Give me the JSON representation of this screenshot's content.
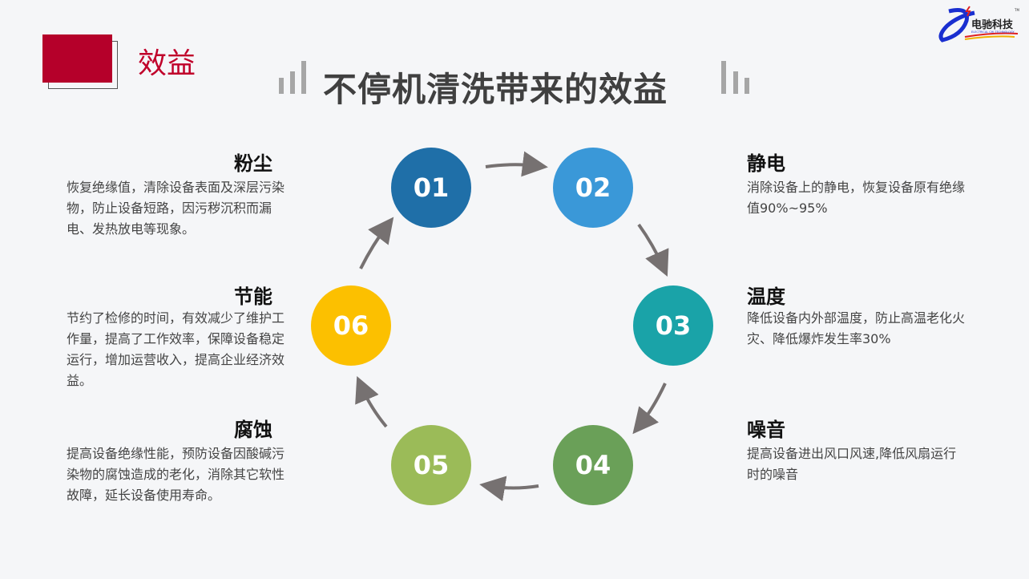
{
  "header": {
    "section": "效益",
    "title": "不停机清洗带来的效益"
  },
  "logo": {
    "text": "电驰科技",
    "subtext": "ELECTRICAL CHI TECHNOLOGY",
    "tm": "TM"
  },
  "colors": {
    "accent": "#b5002a",
    "c01": "#1f6fa8",
    "c02": "#3a98d8",
    "c03": "#1aa3a8",
    "c04": "#6aa058",
    "c05": "#9bbb58",
    "c06": "#fcc000",
    "arrow": "#767171"
  },
  "cycle": [
    {
      "num": "01",
      "title": "粉尘",
      "text": "恢复绝缘值，清除设备表面及深层污染物，防止设备短路，因污秽沉积而漏电、发热放电等现象。"
    },
    {
      "num": "02",
      "title": "静电",
      "text": "消除设备上的静电，恢复设备原有绝缘值90%~95%"
    },
    {
      "num": "03",
      "title": "温度",
      "text": "降低设备内外部温度，防止高温老化火灾、降低爆炸发生率30%"
    },
    {
      "num": "04",
      "title": "噪音",
      "text": "提高设备进出风口风速,降低风扇运行时的噪音"
    },
    {
      "num": "05",
      "title": "腐蚀",
      "text": "提高设备绝缘性能，预防设备因酸碱污染物的腐蚀造成的老化，消除其它软性故障，延长设备使用寿命。"
    },
    {
      "num": "06",
      "title": "节能",
      "text": "节约了检修的时间，有效减少了维护工作量，提高了工作效率，保障设备稳定运行，增加运营收入，提高企业经济效益。"
    }
  ]
}
